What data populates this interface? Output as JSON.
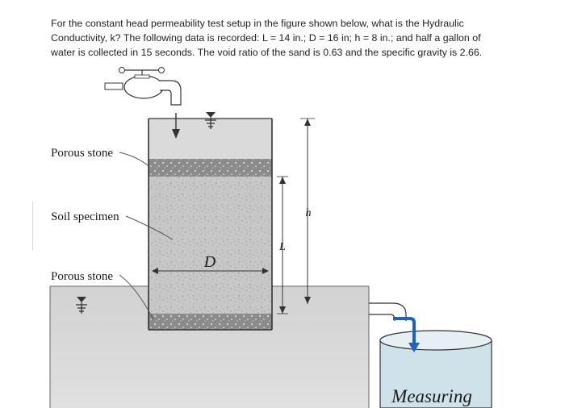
{
  "question": {
    "lines": [
      "For the constant head permeability test setup in the figure shown below, what is the Hydraulic",
      "Conductivity, k?  The following data is recorded: L = 14 in.; D = 16 in; h = 8 in.; and half a gallon of",
      "water is collected in 15 seconds.  The void ratio of the sand is 0.63 and the specific gravity is 2.66."
    ]
  },
  "figure": {
    "labels": {
      "porous_stone_top": "Porous stone",
      "soil_specimen": "Soil specimen",
      "porous_stone_bottom": "Porous stone",
      "diameter": "D",
      "length": "L",
      "head": "h",
      "measuring": "Measuring"
    },
    "colors": {
      "water": "#d7d7d7",
      "stone": "#8e8e8e",
      "soil": "#c4c4c4",
      "cylinder": "#cfe2ea",
      "drain_arrow": "#1e63c4"
    }
  }
}
